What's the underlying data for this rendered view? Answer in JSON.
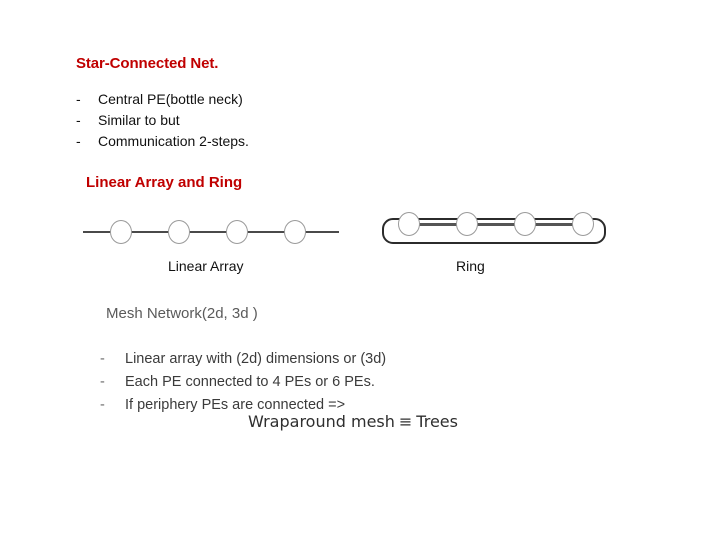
{
  "slide": {
    "star_section": {
      "heading": "Star-Connected Net.",
      "bullet_marker": "-",
      "bullets": [
        "Central PE(bottle neck)",
        "Similar to but",
        "Communication 2-steps."
      ]
    },
    "linear_ring_section": {
      "heading": "Linear Array and Ring",
      "linear_array": {
        "caption": "Linear Array",
        "node_count": 4,
        "line_color": "#4a4a4a",
        "node_outline_color": "#9a9a9a"
      },
      "ring": {
        "caption": "Ring",
        "node_count": 4,
        "outline_color": "#2b2b2b",
        "top_rule_color": "#555555"
      }
    },
    "mesh_section": {
      "heading": "Mesh Network(2d, 3d )",
      "heading_color": "#5a5a5a",
      "bullet_marker": "-",
      "bullets": [
        "Linear  array with (2d) dimensions or (3d)",
        "Each PE connected to 4 PEs or 6 PEs.",
        "If periphery PEs are connected =>"
      ],
      "conclusion": {
        "left": "Wraparound mesh",
        "symbol": "≡",
        "right": "Trees"
      }
    },
    "colors": {
      "heading_red": "#C00000",
      "body_text": "#111111",
      "mesh_text": "#3b3b3b",
      "background": "#ffffff"
    }
  }
}
